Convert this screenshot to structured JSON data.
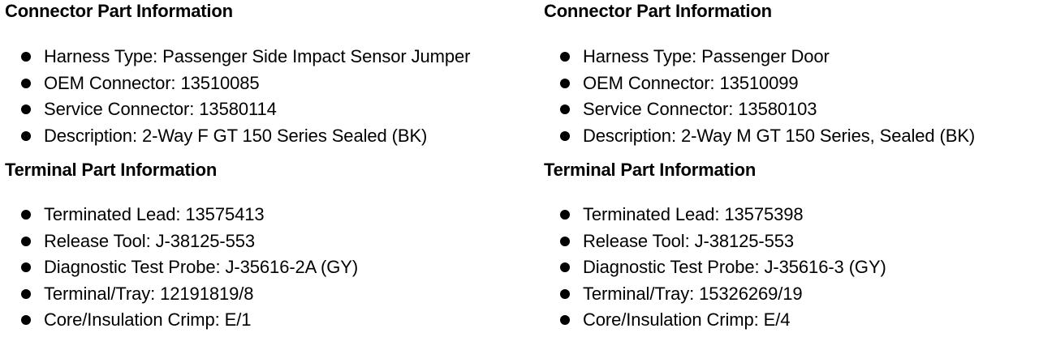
{
  "left": {
    "connector": {
      "heading": "Connector Part Information",
      "items": [
        "Harness Type: Passenger Side Impact Sensor Jumper",
        "OEM Connector: 13510085",
        "Service Connector: 13580114",
        "Description: 2-Way F GT 150 Series Sealed (BK)"
      ]
    },
    "terminal": {
      "heading": "Terminal Part Information",
      "items": [
        "Terminated Lead: 13575413",
        "Release Tool: J-38125-553",
        "Diagnostic Test Probe: J-35616-2A (GY)",
        "Terminal/Tray: 12191819/8",
        "Core/Insulation Crimp: E/1"
      ]
    }
  },
  "right": {
    "connector": {
      "heading": "Connector Part Information",
      "items": [
        "Harness Type: Passenger Door",
        "OEM Connector: 13510099",
        "Service Connector: 13580103",
        "Description: 2-Way M GT 150 Series, Sealed (BK)"
      ]
    },
    "terminal": {
      "heading": "Terminal Part Information",
      "items": [
        "Terminated Lead: 13575398",
        "Release Tool: J-38125-553",
        "Diagnostic Test Probe: J-35616-3 (GY)",
        "Terminal/Tray: 15326269/19",
        "Core/Insulation Crimp: E/4"
      ]
    }
  }
}
